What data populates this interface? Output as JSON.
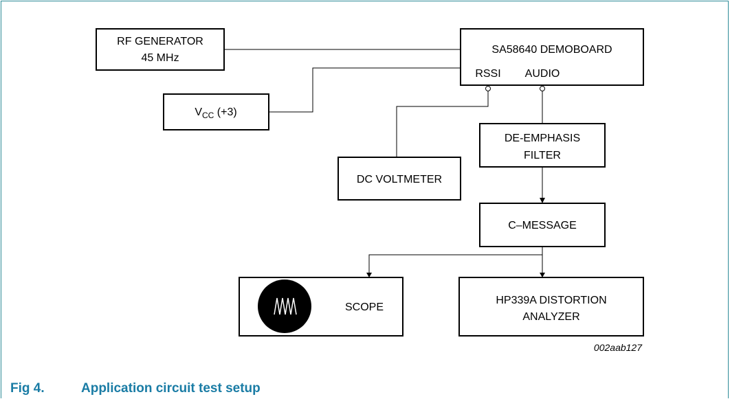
{
  "diagram": {
    "blocks": {
      "rf_generator": {
        "line1": "RF GENERATOR",
        "line2": "45 MHz"
      },
      "demoboard": {
        "title": "SA58640 DEMOBOARD",
        "port_rssi": "RSSI",
        "port_audio": "AUDIO"
      },
      "vcc": {
        "main": "V",
        "subscript": "CC",
        "suffix": " (+3)"
      },
      "dc_voltmeter": {
        "label": "DC VOLTMETER"
      },
      "de_emphasis": {
        "line1": "DE-EMPHASIS",
        "line2": "FILTER"
      },
      "c_message": {
        "label": "C–MESSAGE"
      },
      "scope": {
        "label": "SCOPE"
      },
      "distortion_analyzer": {
        "line1": "HP339A DISTORTION",
        "line2": "ANALYZER"
      }
    },
    "reference_code": "002aab127"
  },
  "caption": {
    "number": "Fig 4.",
    "text": "Application circuit test setup"
  },
  "colors": {
    "frame": "#2c8a96",
    "caption": "#1a7ca5",
    "ink": "#000000"
  }
}
